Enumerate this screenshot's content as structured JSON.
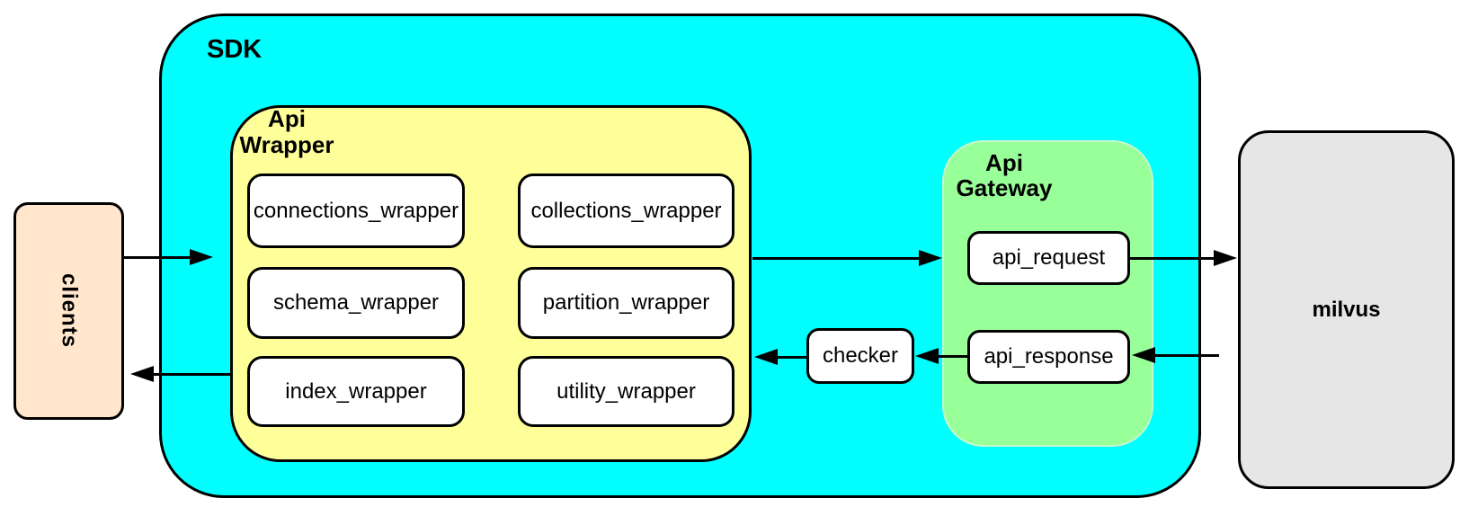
{
  "diagram": {
    "clients": {
      "label": "clients"
    },
    "sdk": {
      "label": "SDK"
    },
    "api_wrapper": {
      "title_lines": [
        "Api",
        "Wrapper"
      ],
      "modules": [
        "connections_wrapper",
        "collections_wrapper",
        "schema_wrapper",
        "partition_wrapper",
        "index_wrapper",
        "utility_wrapper"
      ]
    },
    "checker": {
      "label": "checker"
    },
    "api_gateway": {
      "title_lines": [
        "Api",
        "Gateway"
      ],
      "request_label": "api_request",
      "response_label": "api_response"
    },
    "milvus": {
      "label": "milvus"
    },
    "colors": {
      "sdk_fill": "#00ffff",
      "api_wrapper_fill": "#ffff99",
      "api_gateway_fill": "#99ff99",
      "clients_fill": "#ffe6cc",
      "milvus_fill": "#e6e6e6",
      "node_fill": "#ffffff",
      "stroke": "#000000"
    }
  }
}
